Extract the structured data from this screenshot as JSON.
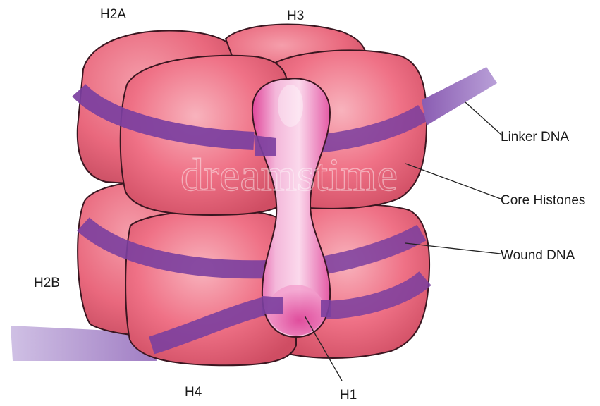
{
  "labels": {
    "h2a": "H2A",
    "h3": "H3",
    "h2b": "H2B",
    "h4": "H4",
    "h1": "H1",
    "linker_dna": "Linker DNA",
    "core_histones": "Core Histones",
    "wound_dna": "Wound DNA"
  },
  "watermark": "dreamstime",
  "colors": {
    "histone": "#ee6d82",
    "histone_light": "#f7a4b0",
    "histone_dark": "#c94a60",
    "dna": "#7a3d9e",
    "dna_light": "#b497cf",
    "h1": "#e8509e",
    "h1_light": "#f6c2e0",
    "outline": "#3a1620"
  }
}
